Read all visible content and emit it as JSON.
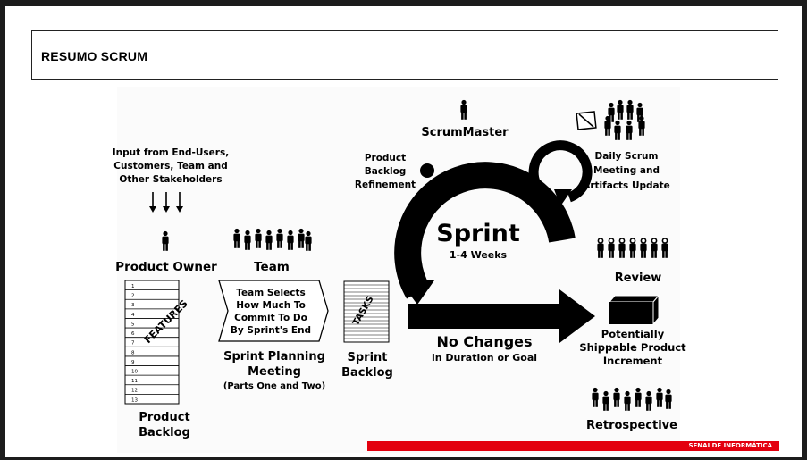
{
  "slide": {
    "title": "RESUMO SCRUM",
    "footer": "SENAI DE INFORMÁTICA"
  },
  "diagram": {
    "input_lines": [
      "Input from End-Users,",
      "Customers, Team and",
      "Other Stakeholders"
    ],
    "product_owner": "Product Owner",
    "team": "Team",
    "backlog_numbers": [
      "1",
      "2",
      "3",
      "4",
      "5",
      "6",
      "7",
      "8",
      "9",
      "10",
      "11",
      "12",
      "13"
    ],
    "features": "FEATURES",
    "product_backlog": [
      "Product",
      "Backlog"
    ],
    "team_selects": [
      "Team Selects",
      "How Much To",
      "Commit To Do",
      "By Sprint's End"
    ],
    "sprint_planning": [
      "Sprint Planning",
      "Meeting"
    ],
    "sprint_planning_parts": "(Parts One and Two)",
    "tasks": "TASKS",
    "sprint_backlog": [
      "Sprint",
      "Backlog"
    ],
    "refinement": [
      "Product",
      "Backlog",
      "Refinement"
    ],
    "scrum_master": "ScrumMaster",
    "sprint": "Sprint",
    "sprint_duration": "1-4 Weeks",
    "daily_scrum": [
      "Daily Scrum",
      "Meeting and",
      "Artifacts Update"
    ],
    "no_changes": "No Changes",
    "no_changes_sub": "in Duration or Goal",
    "review": "Review",
    "increment": [
      "Potentially",
      "Shippable Product",
      "Increment"
    ],
    "retrospective": "Retrospective"
  }
}
